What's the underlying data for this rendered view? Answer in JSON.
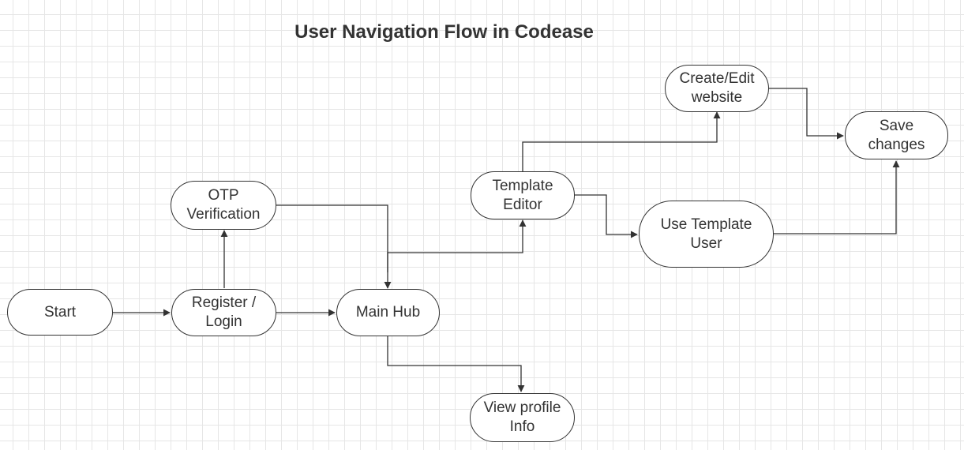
{
  "title": "User Navigation Flow in Codease",
  "nodes": {
    "start": "Start",
    "register_login": "Register /\nLogin",
    "otp_verification": "OTP\nVerification",
    "main_hub": "Main Hub",
    "template_editor": "Template\nEditor",
    "view_profile": "View profile\nInfo",
    "create_edit": "Create/Edit\nwebsite",
    "use_template": "Use Template\nUser",
    "save_changes": "Save\nchanges"
  },
  "colors": {
    "stroke": "#333333",
    "node_fill": "#ffffff",
    "grid": "#e6e6e6"
  }
}
